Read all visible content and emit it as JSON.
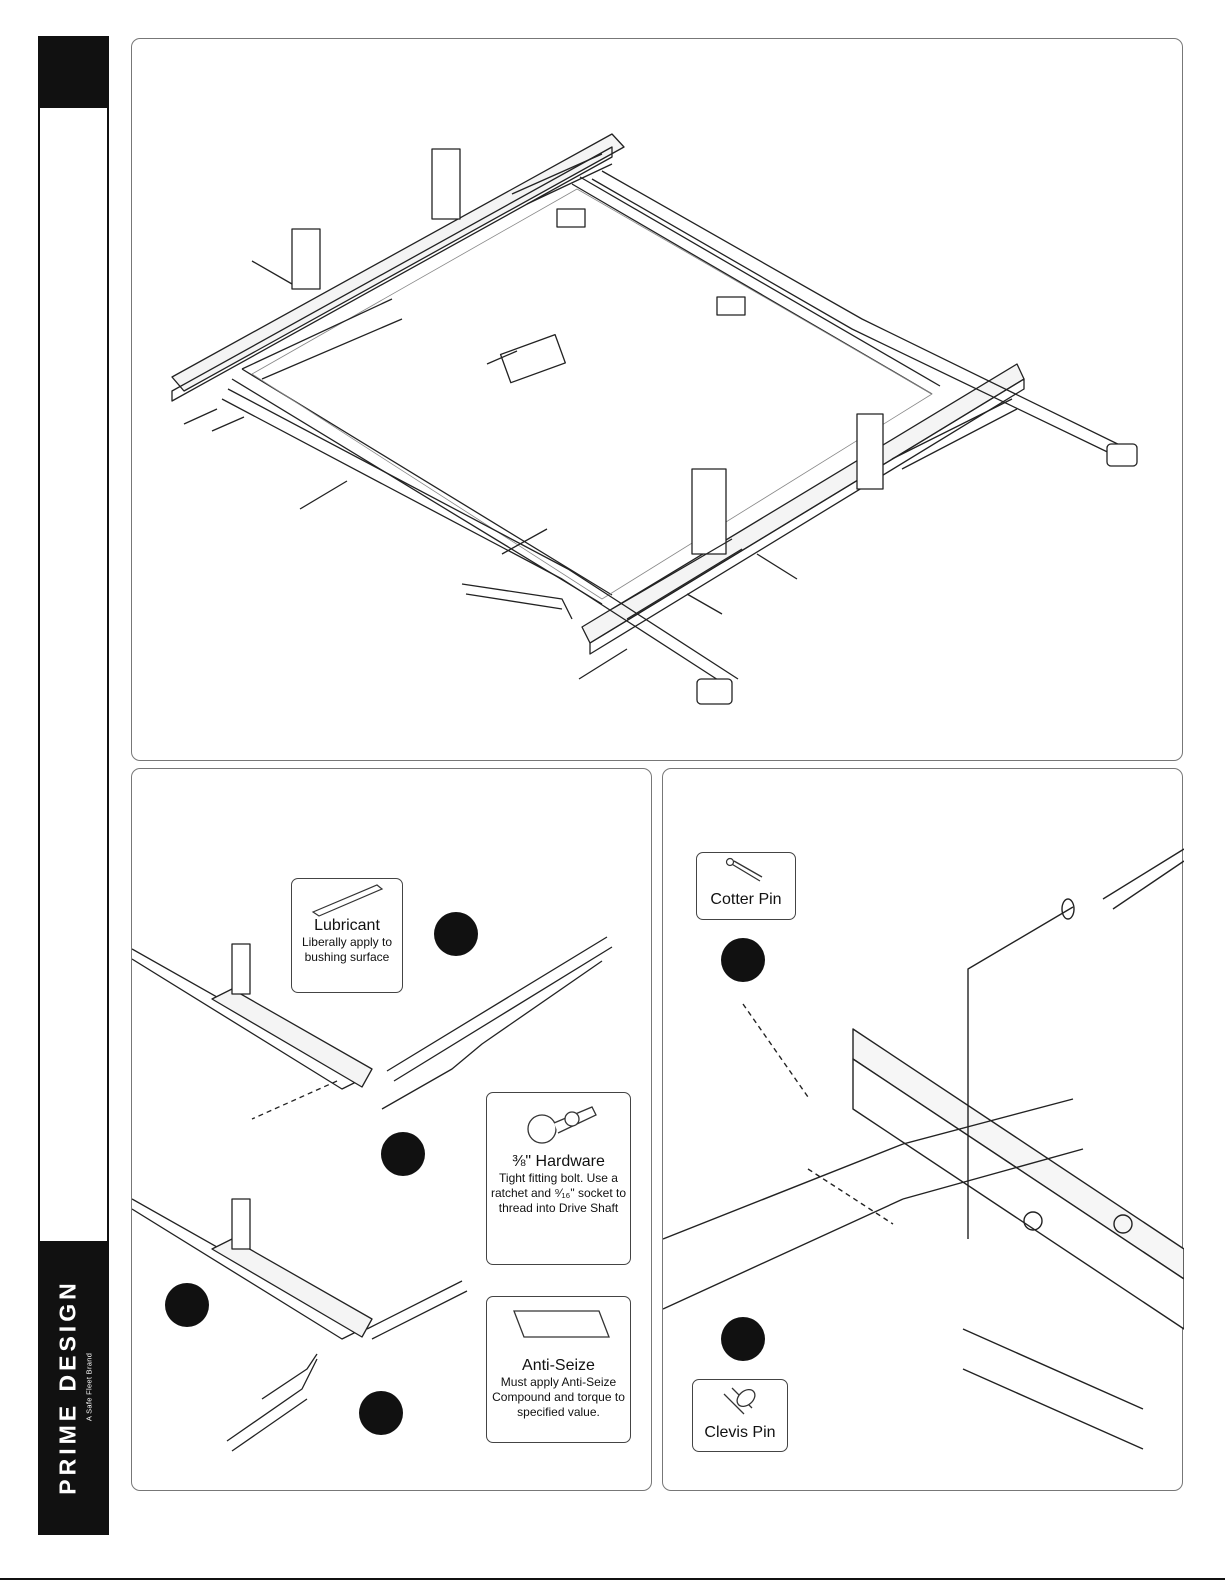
{
  "sidebar": {
    "brand_name": "PRIME DESIGN",
    "brand_tagline": "A Safe Fleet Brand",
    "trademark": "™"
  },
  "callouts": {
    "lubricant": {
      "title": "Lubricant",
      "description": "Liberally apply to bushing surface",
      "icon": "lubricant-packet-icon"
    },
    "hardware": {
      "title": "⅜\" Hardware",
      "description": "Tight fitting bolt. Use a ratchet and ⁹⁄₁₆\" socket to thread into Drive Shaft",
      "icon": "flange-bolt-icon"
    },
    "anti_seize": {
      "title": "Anti-Seize",
      "description": "Must apply Anti-Seize Compound and torque to specified value.",
      "icon": "anti-seize-packet-icon"
    },
    "cotter_pin": {
      "title": "Cotter Pin",
      "icon": "cotter-pin-icon"
    },
    "clevis_pin": {
      "title": "Clevis Pin",
      "icon": "clevis-pin-icon"
    }
  },
  "colors": {
    "ink": "#111111",
    "panel_border": "#777777",
    "background": "#ffffff"
  }
}
